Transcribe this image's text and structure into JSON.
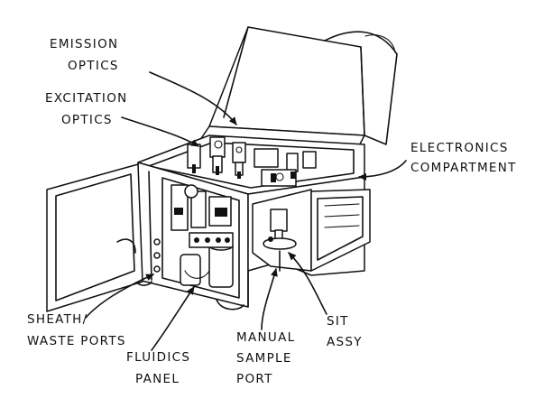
{
  "labels": {
    "emission_optics": [
      "EMISSION",
      "OPTICS"
    ],
    "excitation_optics": [
      "EXCITATION",
      "OPTICS"
    ],
    "electronics_compartment": [
      "ELECTRONICS",
      "COMPARTMENT"
    ],
    "sheath_waste_ports": [
      "SHEATH/",
      "WASTE PORTS"
    ],
    "fluidics_panel": [
      "FLUIDICS",
      "PANEL"
    ],
    "manual_sample_port": [
      "MANUAL",
      "SAMPLE",
      "PORT"
    ],
    "sit_assy": [
      "SIT",
      "ASSY"
    ]
  }
}
